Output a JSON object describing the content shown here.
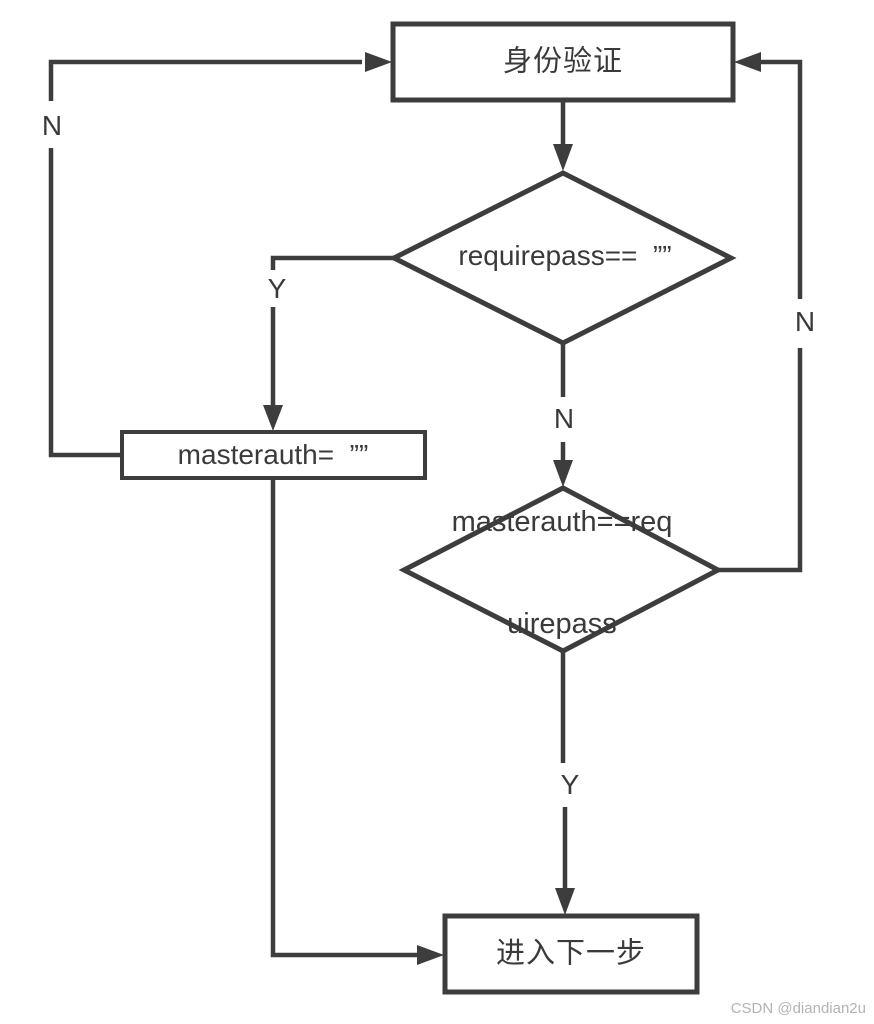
{
  "nodes": {
    "auth": {
      "label": "身份验证"
    },
    "requirepass_check": {
      "label": "requirepass==  ””"
    },
    "masterauth_set": {
      "label": "masterauth=  ””"
    },
    "masterauth_check": {
      "line1": "masterauth==req",
      "line2": "uirepass"
    },
    "next_step": {
      "label": "进入下一步"
    }
  },
  "edge_labels": {
    "masterauth_to_auth": "N",
    "requirepass_yes": "Y",
    "requirepass_no": "N",
    "masterauth_check_no": "N",
    "masterauth_check_yes": "Y"
  },
  "watermark": "CSDN @diandian2u",
  "colors": {
    "line": "#3d3d3d",
    "text": "#3a3a3a",
    "watermark": "#b3b3b3",
    "background": "#ffffff"
  }
}
